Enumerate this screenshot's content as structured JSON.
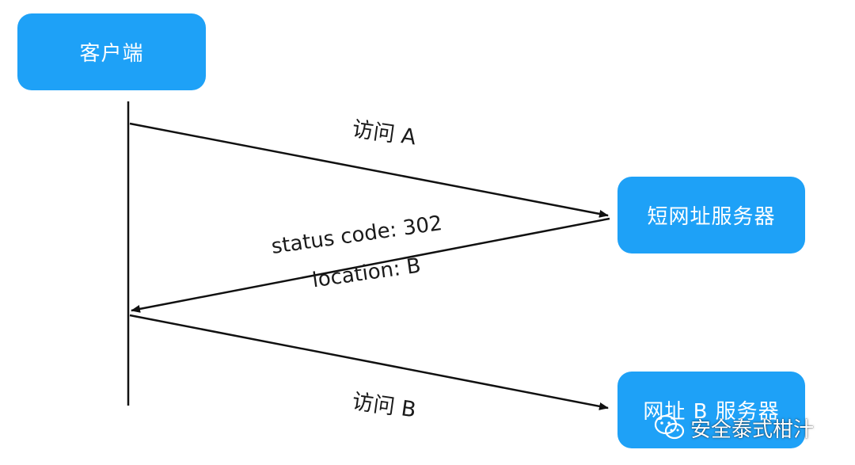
{
  "colors": {
    "node_fill": "#1ea1f7",
    "node_text": "#ffffff",
    "line": "#111111",
    "label_text": "#1a1a1a"
  },
  "nodes": {
    "client": "客户端",
    "short_url_server": "短网址服务器",
    "url_b_server": "网址 B 服务器"
  },
  "messages": {
    "visit_a": "访问 A",
    "status_code": "status code: 302",
    "location": "location: B",
    "visit_b": "访问 B"
  },
  "watermark": {
    "icon": "wechat-icon",
    "text": "安全泰式柑汁"
  }
}
